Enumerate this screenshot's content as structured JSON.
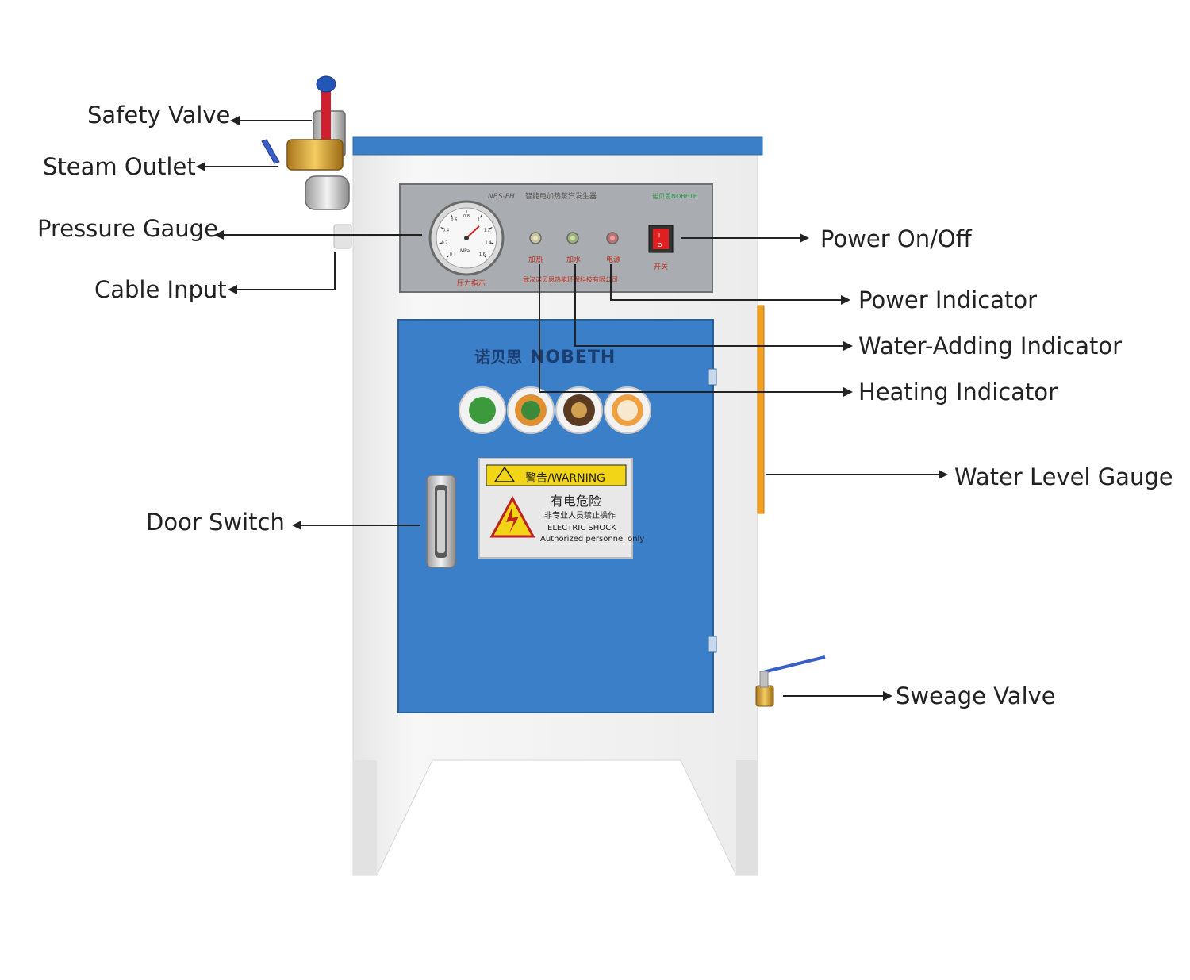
{
  "diagram": {
    "labels": {
      "safety_valve": "Safety Valve",
      "steam_outlet": "Steam Outlet",
      "pressure_gauge": "Pressure Gauge",
      "cable_input": "Cable Input",
      "door_switch": "Door Switch",
      "power_on_off": "Power On/Off",
      "power_indicator": "Power Indicator",
      "water_adding_indicator": "Water-Adding Indicator",
      "heating_indicator": "Heating Indicator",
      "water_level_gauge": "Water Level Gauge",
      "sweage_valve": "Sweage Valve"
    },
    "machine": {
      "brand_cn": "诺贝思",
      "brand": "NOBETH",
      "panel_model": "NBS-FH",
      "panel_title_cn": "智能电加热蒸汽发生器",
      "panel_brand_small": "诺贝思NOBETH",
      "gauge_caption_cn": "压力指示",
      "indicator_labels": [
        "加热",
        "加水",
        "电源"
      ],
      "switch_caption_cn": "开关",
      "panel_footer_cn": "武汉诺贝思热能环保科技有限公司",
      "switch_symbol_on": "I",
      "switch_symbol_off": "O",
      "gauge_numbers": [
        "0",
        "0.2",
        "0.4",
        "0.6",
        "0.8",
        "1",
        "1.2",
        "1.4",
        "1.6"
      ],
      "gauge_unit": "MPa",
      "warning": {
        "header": "警告/WARNING",
        "title_cn": "有电危险",
        "line_cn": "非专业人员禁止操作",
        "line_en1": "ELECTRIC SHOCK",
        "line_en2": "Authorized personnel only"
      }
    },
    "colors": {
      "arrow": "#222222",
      "cabinet_blue": "#3a7fc8",
      "frame_white": "#f4f4f4",
      "panel_grey": "#a9acb0",
      "warning_yellow": "#f2d516",
      "level_gauge_orange": "#f0a020"
    }
  }
}
